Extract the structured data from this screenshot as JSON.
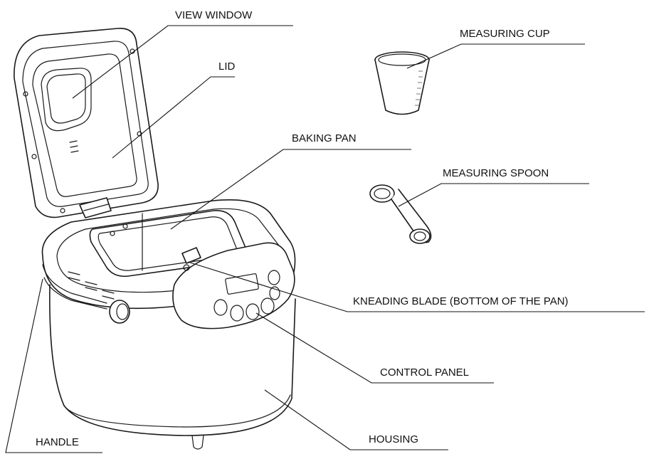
{
  "labels": {
    "view_window": "VIEW WINDOW",
    "lid": "LID",
    "measuring_cup": "MEASURING CUP",
    "baking_pan": "BAKING PAN",
    "measuring_spoon": "MEASURING SPOON",
    "kneading_blade": "KNEADING BLADE (BOTTOM OF THE PAN)",
    "control_panel": "CONTROL PANEL",
    "housing": "HOUSING",
    "handle": "HANDLE"
  }
}
